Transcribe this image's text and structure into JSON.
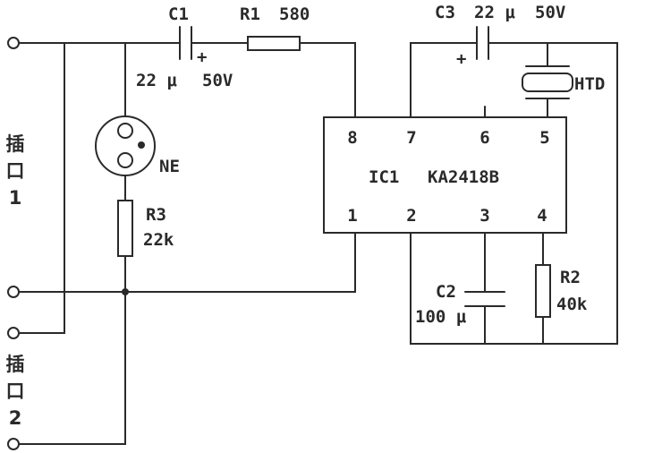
{
  "components": {
    "c1": {
      "name": "C1",
      "value": "22 μ",
      "voltage": "50V",
      "plus": "+"
    },
    "r1": {
      "name": "R1",
      "value": "580"
    },
    "c3": {
      "name": "C3",
      "value": "22 μ",
      "voltage": "50V",
      "plus": "+"
    },
    "htd": {
      "name": "HTD"
    },
    "ne": {
      "name": "NE"
    },
    "r3": {
      "name": "R3",
      "value": "22k"
    },
    "ic1": {
      "name": "IC1",
      "part": "KA2418B",
      "pins_top": [
        "8",
        "7",
        "6",
        "5"
      ],
      "pins_bottom": [
        "1",
        "2",
        "3",
        "4"
      ]
    },
    "c2": {
      "name": "C2",
      "value": "100 μ"
    },
    "r2": {
      "name": "R2",
      "value": "40k"
    }
  },
  "ports": {
    "port1": {
      "line1": "插",
      "line2": "口",
      "line3": "1"
    },
    "port2": {
      "line1": "插",
      "line2": "口",
      "line3": "2"
    }
  }
}
